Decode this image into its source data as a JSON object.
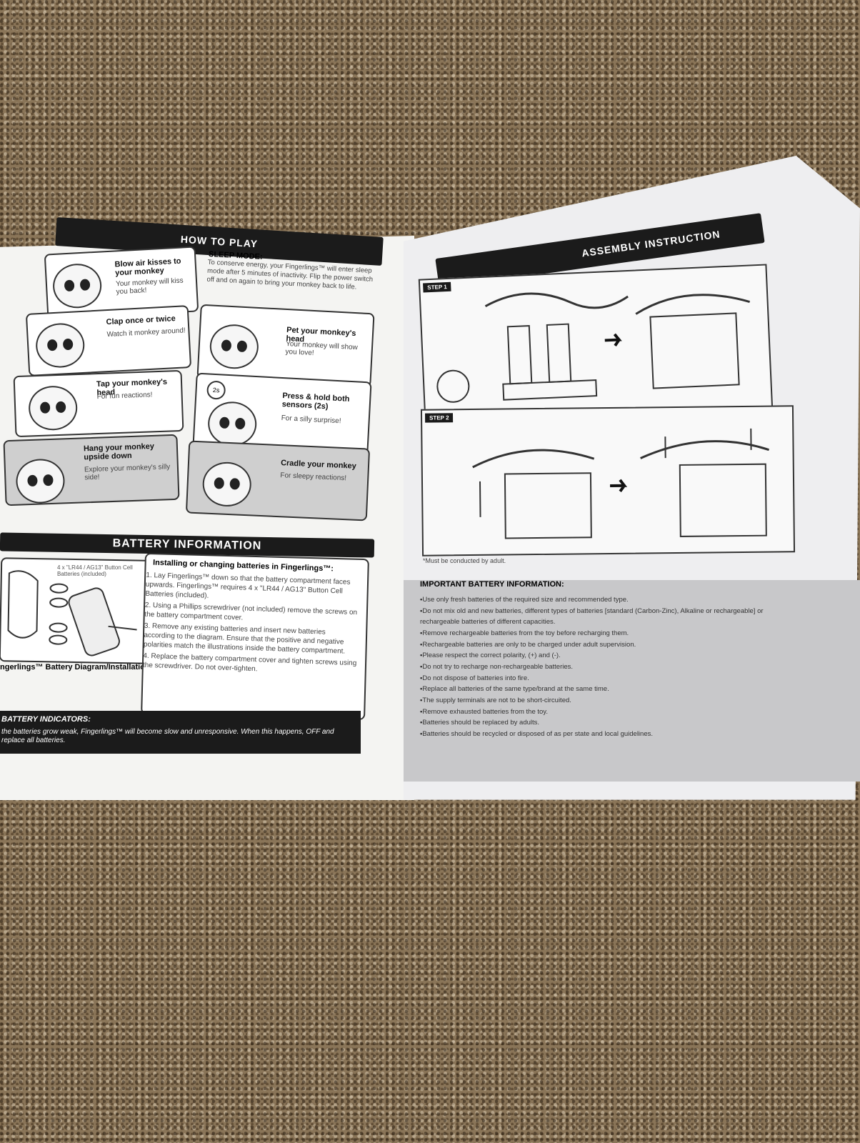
{
  "how_to_play": {
    "header": "HOW TO PLAY",
    "sleep": {
      "title": "SLEEP MODE:",
      "body": "To conserve energy, your Fingerlings™ will enter sleep mode after 5 minutes of inactivity. Flip the power switch off and on again to bring your monkey back to life."
    },
    "cards": [
      {
        "title": "Blow air kisses to your monkey",
        "body": "Your monkey will kiss you back!"
      },
      {
        "title": "Clap once or twice",
        "body": "Watch it monkey around!"
      },
      {
        "title": "Pet your monkey's head",
        "body": "Your monkey will show you love!"
      },
      {
        "title": "Tap your monkey's head",
        "body": "For fun reactions!"
      },
      {
        "title": "Press & hold both sensors (2s)",
        "body": "For a silly surprise!"
      },
      {
        "title": "Hang your monkey upside down",
        "body": "Explore your monkey's silly side!"
      },
      {
        "title": "Cradle your monkey",
        "body": "For sleepy reactions!"
      }
    ],
    "timer_badge": "2s"
  },
  "battery": {
    "header": "BATTERY INFORMATION",
    "diagram_label": "4 x \"LR44 / AG13\" Button Cell Batteries (included)",
    "diagram_caption": "ngerlings™ Battery Diagram/Installation",
    "install_title": "Installing or changing batteries in Fingerlings™:",
    "steps": [
      "1. Lay Fingerlings™ down so that the battery compartment faces upwards. Fingerlings™ requires 4 x \"LR44 / AG13\" Button Cell Batteries (included).",
      "2. Using a Phillips screwdriver (not included) remove the screws on the battery compartment cover.",
      "3. Remove any existing batteries and insert new batteries according to the diagram. Ensure that the positive and negative polarities match the illustrations inside the battery compartment.",
      "4. Replace the battery compartment cover and tighten screws using the screwdriver. Do not over-tighten."
    ],
    "indicators_title": "BATTERY INDICATORS:",
    "indicators_body": "the batteries grow weak, Fingerlings™ will become slow and unresponsive. When this happens, OFF and replace all batteries."
  },
  "assembly": {
    "header": "ASSEMBLY INSTRUCTION",
    "step1": "STEP 1",
    "step2": "STEP 2",
    "note": "*Must be conducted by adult."
  },
  "important": {
    "title": "IMPORTANT BATTERY INFORMATION:",
    "items": [
      "Use only fresh batteries of the required size and recommended type.",
      "Do not mix old and new batteries, different types of batteries [standard (Carbon-Zinc), Alkaline or rechargeable] or rechargeable batteries of different capacities.",
      "Remove rechargeable batteries from the toy before recharging them.",
      "Rechargeable batteries are only to be charged under adult supervision.",
      "Please respect the correct polarity, (+) and (-).",
      "Do not try to recharge non-rechargeable batteries.",
      "Do not dispose of batteries into fire.",
      "Replace all batteries of the same type/brand at the same time.",
      "The supply terminals are not to be short-circuited.",
      "Remove exhausted batteries from the toy.",
      "Batteries should be replaced by adults.",
      "Batteries should be recycled or disposed of as per state and local guidelines."
    ]
  }
}
